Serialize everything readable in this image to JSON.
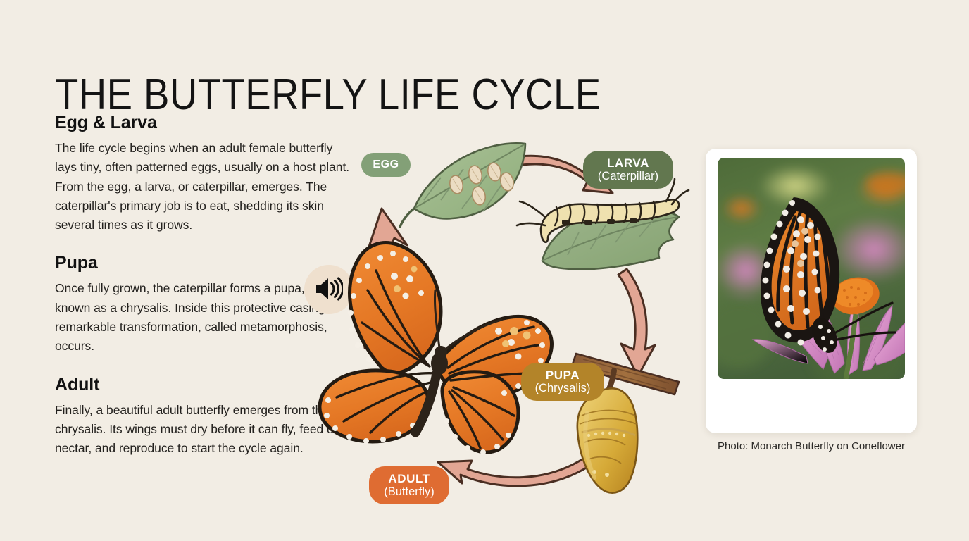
{
  "page": {
    "title": "THE BUTTERFLY LIFE CYCLE",
    "background_color": "#F2EDE4"
  },
  "sections": [
    {
      "heading": "Egg & Larva",
      "body": "The life cycle begins when an adult female butterfly lays tiny, often patterned eggs, usually on a host plant. From the egg, a larva, or caterpillar, emerges. The caterpillar's primary job is to eat, shedding its skin several times as it grows."
    },
    {
      "heading": "Pupa",
      "body": "Once fully grown, the caterpillar forms a pupa, also known as a chrysalis. Inside this protective casing, a remarkable transformation, called metamorphosis, occurs."
    },
    {
      "heading": "Adult",
      "body": "Finally, a beautiful adult butterfly emerges from the chrysalis. Its wings must dry before it can fly, feed on nectar, and reproduce to start the cycle again."
    }
  ],
  "audio_button": {
    "icon": "speaker-waves-icon",
    "background_color": "#EFE0CE"
  },
  "diagram": {
    "stages": [
      {
        "name": "egg",
        "line1": "EGG",
        "line2": "",
        "color": "#83A077",
        "illustration": "leaf-with-eggs"
      },
      {
        "name": "larva",
        "line1": "LARVA",
        "line2": "(Caterpillar)",
        "color": "#62774F",
        "illustration": "caterpillar-on-leaf"
      },
      {
        "name": "pupa",
        "line1": "PUPA",
        "line2": "(Chrysalis)",
        "color": "#B38429",
        "illustration": "chrysalis-on-branch"
      },
      {
        "name": "adult",
        "line1": "ADULT",
        "line2": "(Butterfly)",
        "color": "#DF6C32",
        "illustration": "monarch-butterfly"
      }
    ],
    "arrow_color": "#E2A694",
    "arrow_outline_color": "#4A2E22"
  },
  "photo": {
    "caption": "Photo: Monarch Butterfly on Coneflower",
    "alt": "Monarch butterfly perched on a purple coneflower",
    "card_color": "#FFFFFF"
  }
}
